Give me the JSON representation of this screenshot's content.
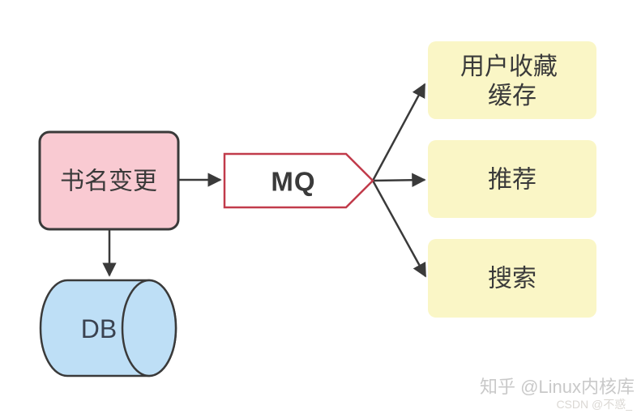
{
  "colors": {
    "background": "#FFFFFF",
    "line": "#3A3A3A",
    "text": "#3A3A3A",
    "source_fill": "#F9CAD2",
    "source_stroke": "#3A3A3A",
    "mq_fill": "#FFFFFF",
    "mq_stroke": "#C13B4B",
    "consumer_fill": "#FAF6C6",
    "db_fill": "#BEDFF6",
    "db_stroke": "#3A3A3A",
    "db_text": "#3A4250",
    "watermark_zhihu": "#C9C9C9",
    "watermark_csdn": "#DBD8D4"
  },
  "nodes": {
    "source": {
      "label": "书名变更"
    },
    "mq": {
      "label": "MQ"
    },
    "consumers": [
      {
        "lines": [
          "用户收藏",
          "缓存"
        ]
      },
      {
        "lines": [
          "推荐"
        ]
      },
      {
        "lines": [
          "搜索"
        ]
      }
    ],
    "db": {
      "label": "DB"
    }
  },
  "edges": {
    "source_to_mq": "书名变更 → MQ",
    "source_to_db": "书名变更 → DB",
    "mq_to_consumer_cache": "MQ → 用户收藏缓存",
    "mq_to_consumer_recommend": "MQ → 推荐",
    "mq_to_consumer_search": "MQ → 搜索"
  },
  "watermarks": {
    "zhihu": "知乎 @Linux内核库",
    "csdn": "CSDN @不惑_"
  }
}
